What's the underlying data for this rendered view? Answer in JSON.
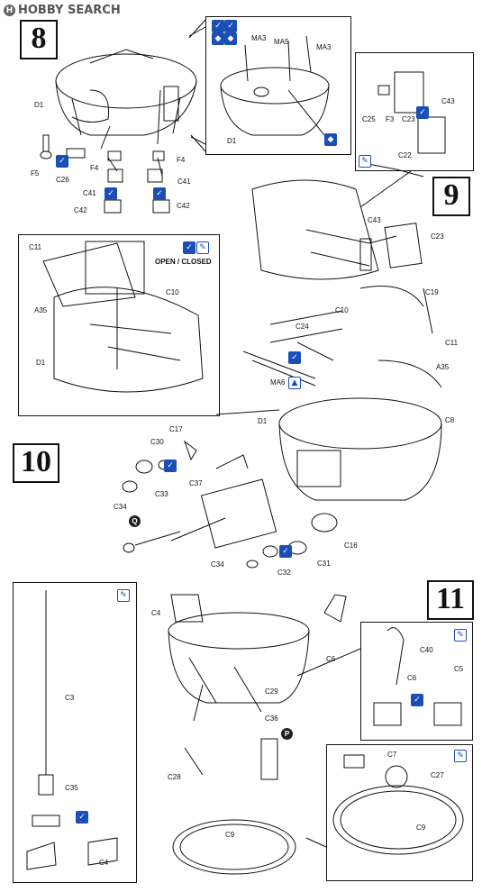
{
  "watermark": {
    "text": "HOBBY SEARCH"
  },
  "steps": {
    "s8": "8",
    "s9": "9",
    "s10": "10",
    "s11": "11"
  },
  "notes": {
    "open_closed": "OPEN / CLOSED"
  },
  "labels": {
    "MA3a": "MA3",
    "MA5": "MA5",
    "MA3b": "MA3",
    "D1_s8": "D1",
    "D1_inset8": "D1",
    "F5": "F5",
    "C26": "C26",
    "F4a": "F4",
    "F4b": "F4",
    "C41a": "C41",
    "C41b": "C41",
    "C42a": "C42",
    "C42b": "C42",
    "C25": "C25",
    "F3": "F3",
    "C23a": "C23",
    "C43a": "C43",
    "C22": "C22",
    "C43b": "C43",
    "C23b": "C23",
    "C11a": "C11",
    "C10a": "C10",
    "A35a": "A35",
    "D1_inset10": "D1",
    "C19": "C19",
    "C10b": "C10",
    "C11b": "C11",
    "C24": "C24",
    "A35b": "A35",
    "MA6": "MA6",
    "D1_s10": "D1",
    "C8": "C8",
    "C17": "C17",
    "C30": "C30",
    "C33a": "C33",
    "C37": "C37",
    "C34a": "C34",
    "C16": "C16",
    "C34b": "C34",
    "C32": "C32",
    "C31": "C31",
    "C4a": "C4",
    "C6a": "C6",
    "C29": "C29",
    "C36": "C36",
    "C28": "C28",
    "C9a": "C9",
    "C3": "C3",
    "C35": "C35",
    "C4b": "C4",
    "C40": "C40",
    "C6b": "C6",
    "C5": "C5",
    "C7": "C7",
    "C27": "C27",
    "C9b": "C9"
  },
  "markers": {
    "q": "Q",
    "p": "P"
  },
  "icons": {
    "glue": "✓",
    "paint": "◆",
    "brush": "✎",
    "cement": "▲"
  },
  "colors": {
    "accent": "#1a4fb5",
    "line": "#111111"
  }
}
